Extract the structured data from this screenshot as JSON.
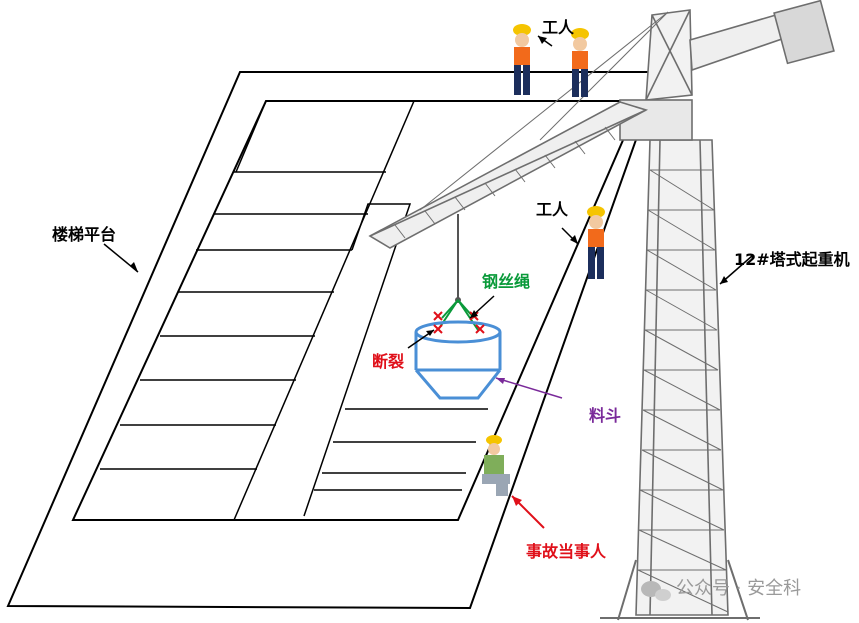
{
  "labels": {
    "workers_top": "工人",
    "stair_platform": "楼梯平台",
    "crane": "12#塔式起重机",
    "worker_mid": "工人",
    "wire_rope": "钢丝绳",
    "fracture": "断裂",
    "hopper": "料斗",
    "accident_party": "事故当事人"
  },
  "watermark": {
    "text": "公众号 · 安全科",
    "icon": "wechat-icon"
  },
  "colors": {
    "outline": "#000000",
    "wire_rope": "#0a9a3a",
    "fracture": "#e0101a",
    "hopper": "#4a8fd6",
    "hopper_label": "#7a2a9a",
    "accident_arrow": "#e0101a",
    "helmet": "#f5c400",
    "vest": "#f26a1b",
    "crane_steel": "#7a7a7a"
  }
}
